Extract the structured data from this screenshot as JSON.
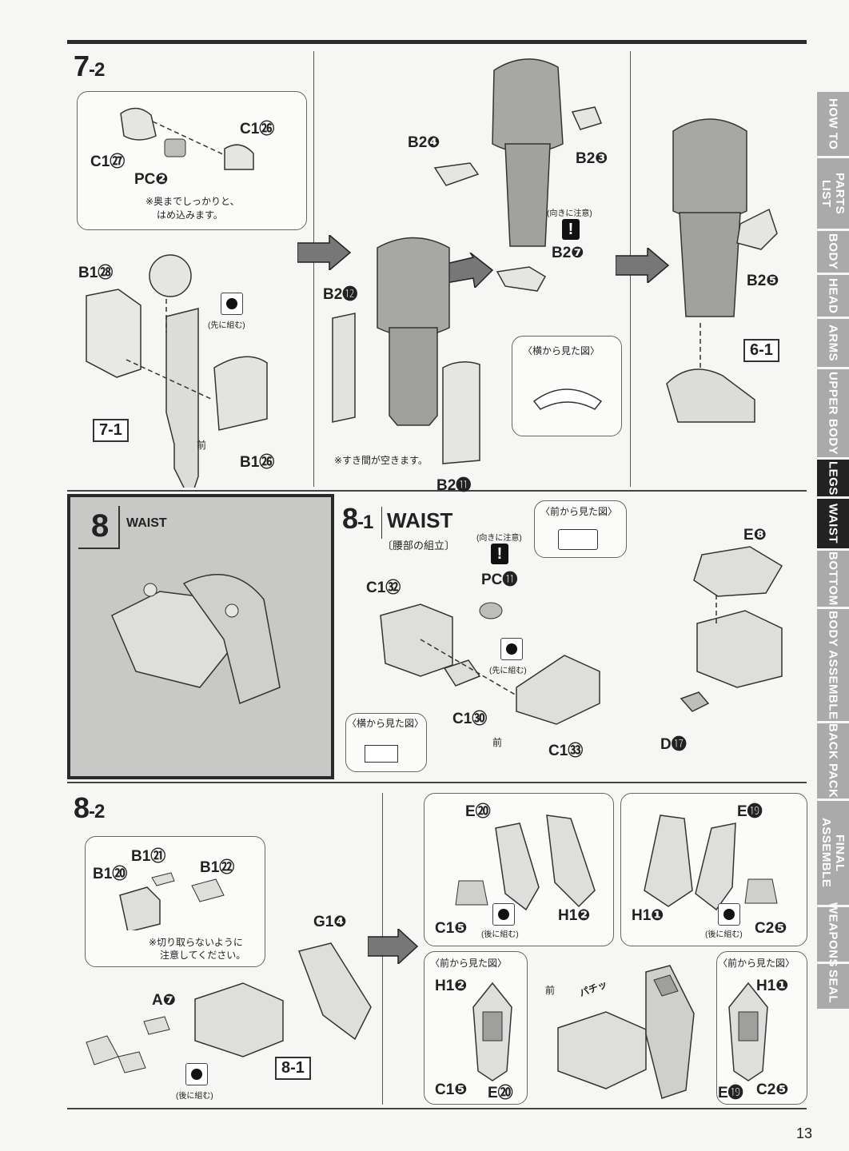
{
  "page_number": "13",
  "sidebar": {
    "tabs": [
      {
        "label": "HOW TO",
        "active": false
      },
      {
        "label": "PARTS LIST",
        "active": false
      },
      {
        "label": "BODY",
        "active": false
      },
      {
        "label": "HEAD",
        "active": false
      },
      {
        "label": "ARMS",
        "active": false
      },
      {
        "label": "UPPER BODY",
        "active": false
      },
      {
        "label": "LEGS",
        "active": true
      },
      {
        "label": "WAIST",
        "active": true
      },
      {
        "label": "BOTTOM",
        "active": false
      },
      {
        "label": "BODY ASSEMBLE",
        "active": false
      },
      {
        "label": "BACK PACK",
        "active": false
      },
      {
        "label": "FINAL ASSEMBLE",
        "active": false
      },
      {
        "label": "WEAPONS",
        "active": false
      },
      {
        "label": "SEAL",
        "active": false
      }
    ]
  },
  "step_7_2": {
    "number": "7",
    "sub": "-2",
    "labels": {
      "c1_26_top": "C1㉖",
      "c1_27": "C1㉗",
      "pc_2": "PC❷",
      "note_insert": "※奥までしっかりと、",
      "note_insert2": "はめ込みます。",
      "b1_28": "B1㉘",
      "assemble_first": "(先に組む)",
      "ref_7_1": "7-1",
      "front": "前",
      "b1_26": "B1㉖",
      "b2_12": "B2⓬",
      "b2_4": "B2❹",
      "b2_3": "B2❸",
      "caution_orientation": "(向きに注意)",
      "b2_7": "B2❼",
      "gap_note": "※すき間が空きます。",
      "b2_11": "B2⓫",
      "side_view": "〈横から見た図〉",
      "b2_5": "B2❺",
      "ref_6_1": "6-1"
    }
  },
  "step_8": {
    "number": "8",
    "title": "WAIST"
  },
  "step_8_1": {
    "number": "8",
    "sub": "-1",
    "title": "WAIST",
    "subtitle": "〔腰部の組立〕",
    "labels": {
      "front_view": "〈前から見た図〉",
      "caution_orientation": "(向きに注意)",
      "pc_11": "PC⓫",
      "c1_32": "C1㉜",
      "assemble_first": "(先に組む)",
      "side_view": "〈横から見た図〉",
      "c1_30": "C1㉚",
      "front": "前",
      "c1_33": "C1㉝",
      "e_8": "E❽",
      "d_17": "D⓱"
    }
  },
  "step_8_2": {
    "number": "8",
    "sub": "-2",
    "labels": {
      "b1_21": "B1㉑",
      "b1_22": "B1㉒",
      "b1_20": "B1⑳",
      "note_cut": "※切り取らないように",
      "note_cut2": "注意してください。",
      "g1_4": "G1❹",
      "a_7": "A❼",
      "assemble_after": "(後に組む)",
      "ref_8_1": "8-1",
      "e_20": "E⑳",
      "c1_5": "C1❺",
      "assemble_after_2": "(後に組む)",
      "h1_2": "H1❷",
      "e_19": "E⓳",
      "h1_1": "H1❶",
      "assemble_after_3": "(後に組む)",
      "c2_5": "C2❺",
      "front_view_l": "〈前から見た図〉",
      "front_view_r": "〈前から見た図〉",
      "h1_2_b": "H1❷",
      "c1_5_b": "C1❺",
      "e_20_b": "E⑳",
      "front": "前",
      "snap": "パチッ",
      "h1_1_b": "H1❶",
      "e_19_b": "E⓳",
      "c2_5_b": "C2❺"
    }
  }
}
